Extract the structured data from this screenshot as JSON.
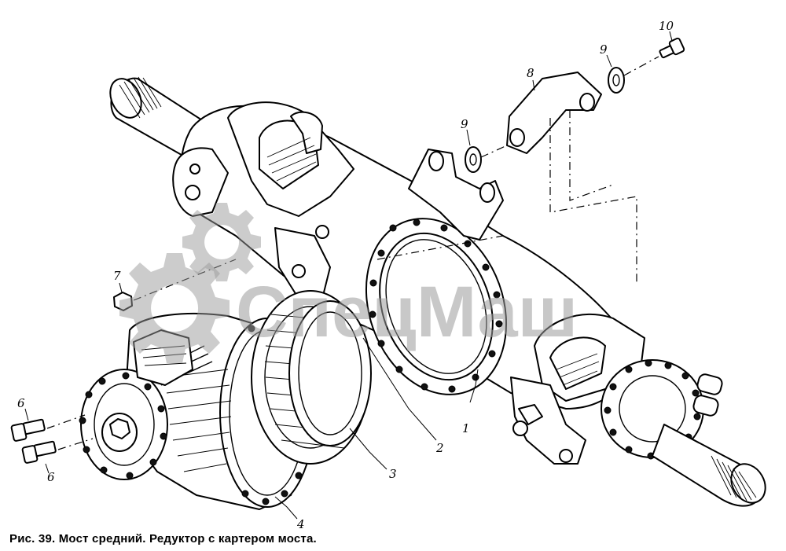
{
  "caption": "Рис. 39. Мост средний. Редуктор с картером моста.",
  "callouts": [
    "1",
    "2",
    "3",
    "4",
    "6",
    "6",
    "7",
    "8",
    "9",
    "9",
    "10"
  ],
  "watermark": {
    "text": "СпецМаш",
    "logo": "gear-logo",
    "color": "#9a9a9a"
  },
  "colors": {
    "ink": "#000000",
    "paper": "#ffffff"
  }
}
